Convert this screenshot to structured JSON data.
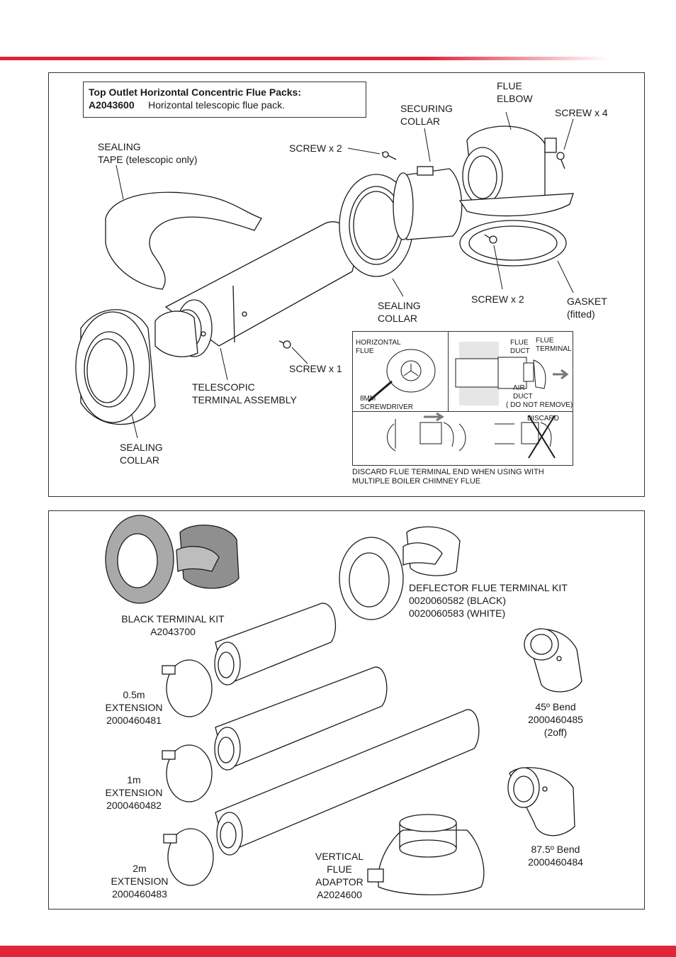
{
  "colors": {
    "accent": "#e0243a",
    "line": "#1a1a1a"
  },
  "panel_top": {
    "title": "Top Outlet Horizontal Concentric Flue Packs:",
    "pack_code": "A2043600",
    "pack_desc": "Horizontal telescopic flue pack.",
    "labels": {
      "sealing_tape_1": "SEALING",
      "sealing_tape_2": "TAPE (telescopic only)",
      "screw2_upper": "SCREW x 2",
      "securing_1": "SECURING",
      "securing_2": "COLLAR",
      "flue_elbow_1": "FLUE",
      "flue_elbow_2": "ELBOW",
      "screw4": "SCREW x 4",
      "sealing_collar_mid_1": "SEALING",
      "sealing_collar_mid_2": "COLLAR",
      "screw2_lower": "SCREW x 2",
      "gasket_1": "GASKET",
      "gasket_2": "(fitted)",
      "screw1": "SCREW x 1",
      "telescopic_1": "TELESCOPIC",
      "telescopic_2": "TERMINAL ASSEMBLY",
      "sealing_collar_left_1": "SEALING",
      "sealing_collar_left_2": "COLLAR"
    },
    "inset": {
      "horizontal_flue_1": "HORIZONTAL",
      "horizontal_flue_2": "FLUE",
      "screwdriver_1": "8MM",
      "screwdriver_2": "SCREWDRIVER",
      "flue_duct_1": "FLUE",
      "flue_duct_2": "DUCT",
      "flue_terminal_1": "FLUE",
      "flue_terminal_2": "TERMINAL",
      "air_duct_1": "AIR",
      "air_duct_2": "DUCT",
      "air_duct_3": "( DO NOT REMOVE)",
      "discard": "DISCARD"
    },
    "note_1": "DISCARD FLUE TERMINAL END WHEN USING WITH",
    "note_2": "MULTIPLE BOILER CHIMNEY FLUE"
  },
  "panel_bottom": {
    "black_kit_1": "BLACK TERMINAL KIT",
    "black_kit_2": "A2043700",
    "deflector_1": "DEFLECTOR FLUE TERMINAL KIT",
    "deflector_2": "0020060582 (BLACK)",
    "deflector_3": "0020060583 (WHITE)",
    "ext05_1": "0.5m",
    "ext05_2": "EXTENSION",
    "ext05_3": "2000460481",
    "ext1_1": "1m",
    "ext1_2": "EXTENSION",
    "ext1_3": "2000460482",
    "ext2_1": "2m",
    "ext2_2": "EXTENSION",
    "ext2_3": "2000460483",
    "bend45_1": "45º Bend",
    "bend45_2": "2000460485",
    "bend45_3": "(2off)",
    "bend875_1": "87.5º Bend",
    "bend875_2": "2000460484",
    "vfa_1": "VERTICAL",
    "vfa_2": "FLUE",
    "vfa_3": "ADAPTOR",
    "vfa_4": "A2024600"
  }
}
